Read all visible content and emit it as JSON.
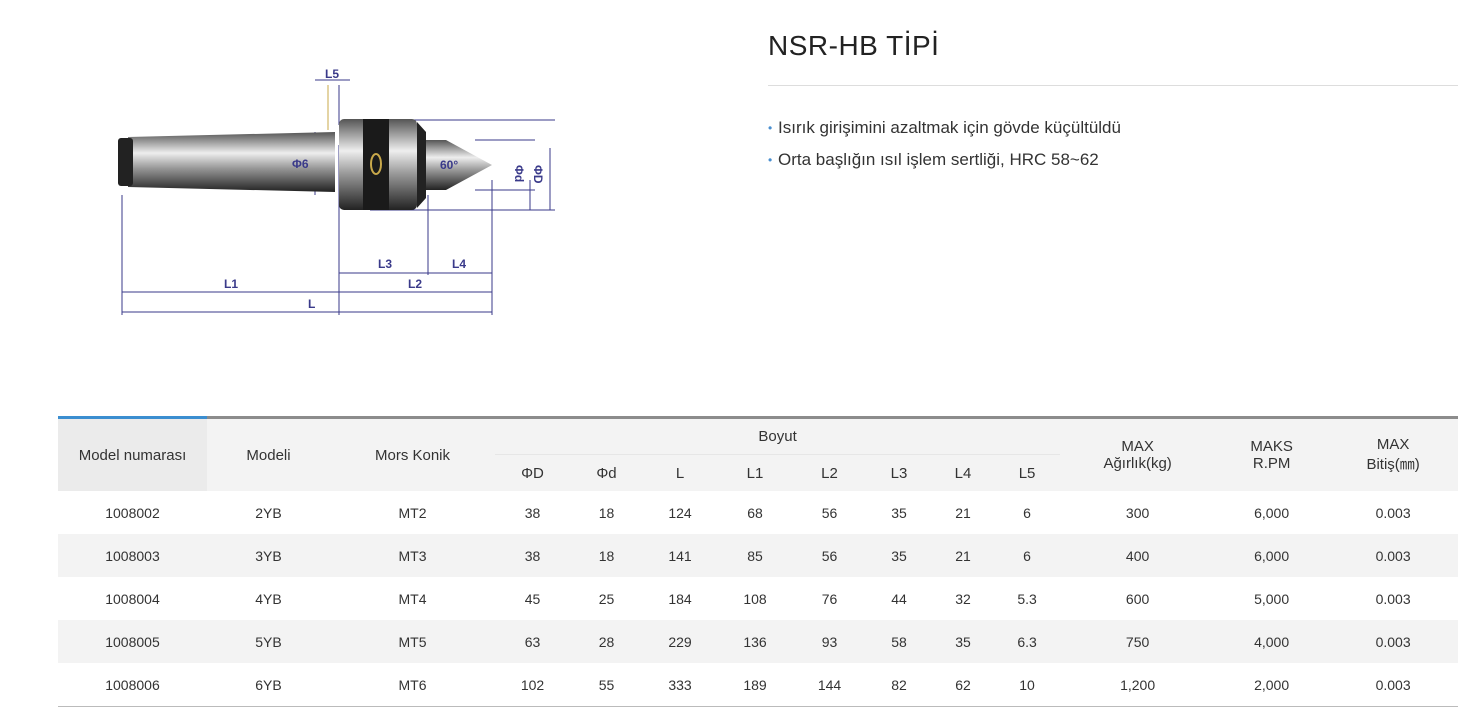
{
  "product": {
    "title": "NSR-HB TİPİ",
    "features": [
      "Isırık girişimini azaltmak için gövde küçültüldü",
      "Orta başlığın ısıl işlem sertliği, HRC 58~62"
    ]
  },
  "diagram": {
    "labels": {
      "L5": "L5",
      "phi_g": "Φ6",
      "angle": "60°",
      "phi_d": "Φd",
      "phi_D": "ΦD",
      "L3": "L3",
      "L4": "L4",
      "L1": "L1",
      "L2": "L2",
      "L": "L"
    }
  },
  "table": {
    "headers": {
      "model_no": "Model numarası",
      "model": "Modeli",
      "morse": "Mors Konik",
      "boyut": "Boyut",
      "max_weight": "MAX Ağırlık(kg)",
      "max_rpm": "MAKS R.PM",
      "max_finish": "MAX Bitiş(㎜)"
    },
    "dims": [
      "ΦD",
      "Φd",
      "L",
      "L1",
      "L2",
      "L3",
      "L4",
      "L5"
    ],
    "rows": [
      [
        "1008002",
        "2YB",
        "MT2",
        "38",
        "18",
        "124",
        "68",
        "56",
        "35",
        "21",
        "6",
        "300",
        "6,000",
        "0.003"
      ],
      [
        "1008003",
        "3YB",
        "MT3",
        "38",
        "18",
        "141",
        "85",
        "56",
        "35",
        "21",
        "6",
        "400",
        "6,000",
        "0.003"
      ],
      [
        "1008004",
        "4YB",
        "MT4",
        "45",
        "25",
        "184",
        "108",
        "76",
        "44",
        "32",
        "5.3",
        "600",
        "5,000",
        "0.003"
      ],
      [
        "1008005",
        "5YB",
        "MT5",
        "63",
        "28",
        "229",
        "136",
        "93",
        "58",
        "35",
        "6.3",
        "750",
        "4,000",
        "0.003"
      ],
      [
        "1008006",
        "6YB",
        "MT6",
        "102",
        "55",
        "333",
        "189",
        "144",
        "82",
        "62",
        "10",
        "1,200",
        "2,000",
        "0.003"
      ]
    ]
  }
}
